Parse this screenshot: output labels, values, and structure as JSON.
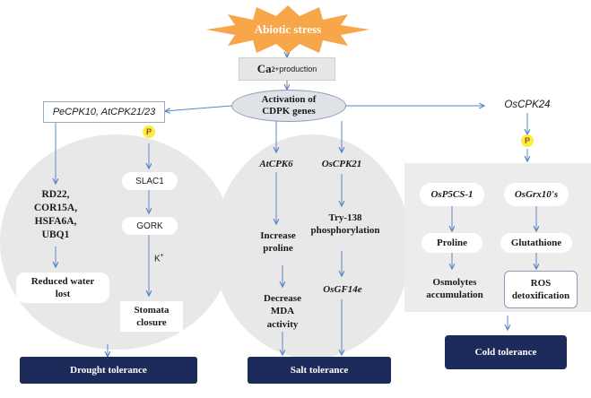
{
  "top": {
    "stress": "Abiotic stress",
    "ca_main": "Ca",
    "ca_sup": "2+",
    "ca_rest": " production",
    "activation_line1": "Activation of",
    "activation_line2": "CDPK  genes"
  },
  "left": {
    "header": "PeCPK10, AtCPK21/23",
    "p_label": "P",
    "genes_line1": "RD22,",
    "genes_line2": "COR15A,",
    "genes_line3": "HSFA6A,",
    "genes_line4": "UBQ1",
    "reduced_line1": "Reduced water",
    "reduced_line2": "lost",
    "slac1": "SLAC1",
    "gork": "GORK",
    "k_main": "K",
    "k_sup": "+",
    "stomata_line1": "Stomata",
    "stomata_line2": "closure",
    "outcome": "Drought  tolerance"
  },
  "middle": {
    "atcpk6": "AtCPK6",
    "proline_line1": "Increase",
    "proline_line2": "proline",
    "mda_line1": "Decrease",
    "mda_line2": "MDA",
    "mda_line3": "activity",
    "oscpk21": "OsCPK21",
    "try_line1": "Try-138",
    "try_line2": "phosphorylation",
    "osgf": "OsGF14e",
    "outcome": "Salt tolerance"
  },
  "right": {
    "header": "OsCPK24",
    "p_label": "P",
    "osp5cs": "OsP5CS-1",
    "osgrx": "OsGrx10's",
    "proline": "Proline",
    "glutathione": "Glutathione",
    "osmo_line1": "Osmolytes",
    "osmo_line2": "accumulation",
    "ros_line1": "ROS",
    "ros_line2": "detoxification",
    "outcome": "Cold tolerance"
  },
  "colors": {
    "burst": "#f7a64a",
    "arrow": "#5b87c5",
    "dark_box": "#1c2b5a",
    "background_shape": "#e8e8e8",
    "p_dot": "#f4f13a"
  }
}
